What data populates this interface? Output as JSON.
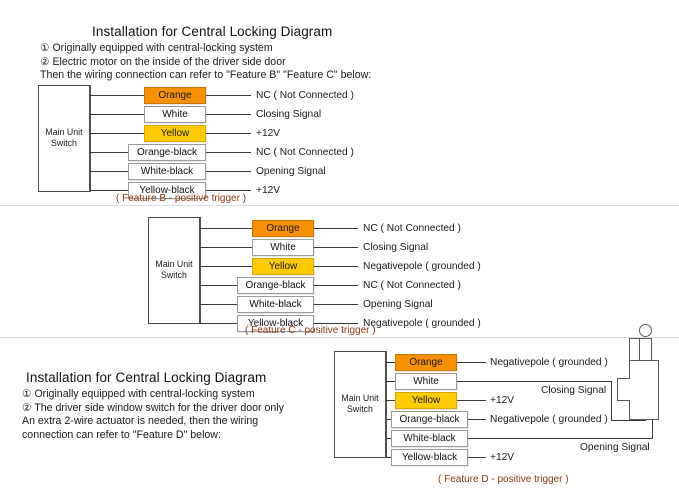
{
  "document": {
    "title": "Installation for Central Locking Diagram"
  },
  "sections": [
    {
      "id": "section-top",
      "heading": "Installation for Central Locking Diagram",
      "bullets": [
        "① Originally equipped with central-locking system",
        "② Electric motor on the inside of the driver side door",
        "Then the wiring connection can refer to \"Feature B\" \"Feature C\" below:"
      ],
      "diagram": {
        "unit_label_line1": "Main Unit",
        "unit_label_line2": "Switch",
        "caption": "( Feature B - positive trigger )",
        "rows": [
          {
            "wire": "Orange",
            "color": "orange",
            "signal": "NC ( Not Connected )"
          },
          {
            "wire": "White",
            "color": "white",
            "signal": "Closing Signal"
          },
          {
            "wire": "Yellow",
            "color": "yellow",
            "signal": "+12V"
          },
          {
            "wire": "Orange-black",
            "color": "white",
            "signal": "NC ( Not Connected )"
          },
          {
            "wire": "White-black",
            "color": "white",
            "signal": "Opening Signal"
          },
          {
            "wire": "Yellow-black",
            "color": "white",
            "signal": "+12V"
          }
        ]
      }
    },
    {
      "id": "section-middle",
      "heading": "",
      "bullets": [],
      "diagram": {
        "unit_label_line1": "Main Unit",
        "unit_label_line2": "Switch",
        "caption": "( Feature C - positive trigger )",
        "rows": [
          {
            "wire": "Orange",
            "color": "orange",
            "signal": "NC ( Not Connected )"
          },
          {
            "wire": "White",
            "color": "white",
            "signal": "Closing Signal"
          },
          {
            "wire": "Yellow",
            "color": "yellow",
            "signal": "Negativepole ( grounded )"
          },
          {
            "wire": "Orange-black",
            "color": "white",
            "signal": "NC ( Not Connected )"
          },
          {
            "wire": "White-black",
            "color": "white",
            "signal": "Opening Signal"
          },
          {
            "wire": "Yellow-black",
            "color": "white",
            "signal": "Negativepole ( grounded )"
          }
        ]
      }
    },
    {
      "id": "section-bottom",
      "heading": "Installation for Central Locking Diagram",
      "bullets": [
        "① Originally equipped with central-locking system",
        "② The driver side window switch for the driver door only",
        "An extra 2-wire actuator is needed, then the wiring connection can refer to \"Feature D\" below:"
      ],
      "diagram": {
        "unit_label_line1": "Main Unit",
        "unit_label_line2": "Switch",
        "caption": "( Feature D - positive trigger )",
        "rows": [
          {
            "wire": "Orange",
            "color": "orange",
            "signal": "Negativepole ( grounded )"
          },
          {
            "wire": "White",
            "color": "white",
            "signal": ""
          },
          {
            "wire": "Yellow",
            "color": "yellow",
            "signal": "+12V"
          },
          {
            "wire": "Orange-black",
            "color": "white",
            "signal": "Negativepole ( grounded )"
          },
          {
            "wire": "White-black",
            "color": "white",
            "signal": ""
          },
          {
            "wire": "Yellow-black",
            "color": "white",
            "signal": "+12V"
          }
        ],
        "routed_labels": {
          "closing": "Closing Signal",
          "opening": "Opening Signal"
        },
        "actuator_name": "2-wire actuator"
      }
    }
  ],
  "colors": {
    "orange": "#F59100",
    "yellow": "#FFCB05",
    "caption": "#8A3A12",
    "wire": "#3A3A3A",
    "divider": "#D8DEE2"
  }
}
